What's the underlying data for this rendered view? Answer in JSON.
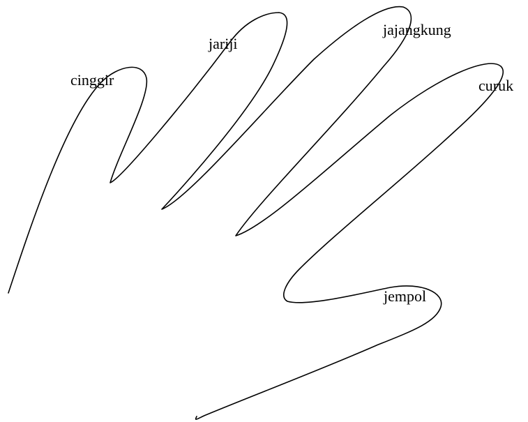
{
  "diagram": {
    "labels": {
      "little_finger": "cinggir",
      "ring_finger": "jariji",
      "middle_finger": "jajangkung",
      "index_finger": "curuk",
      "thumb": "jempol"
    },
    "stroke_color": "#000000",
    "background_color": "#ffffff"
  }
}
